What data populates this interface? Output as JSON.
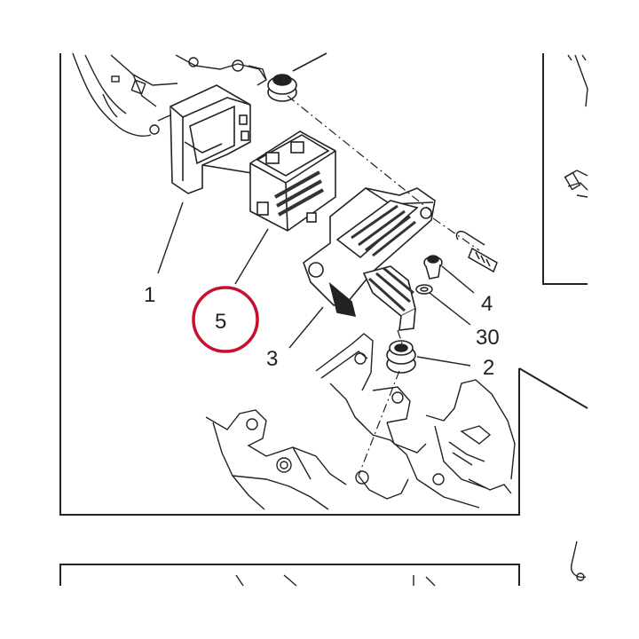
{
  "diagram": {
    "callouts": [
      {
        "id": "1",
        "label": "1"
      },
      {
        "id": "2",
        "label": "2"
      },
      {
        "id": "3",
        "label": "3"
      },
      {
        "id": "4",
        "label": "4"
      },
      {
        "id": "5",
        "label": "5",
        "highlighted": true
      },
      {
        "id": "30",
        "label": "30"
      }
    ],
    "colors": {
      "line": "#222222",
      "highlight_ring": "#c8102e",
      "background": "#ffffff"
    }
  }
}
